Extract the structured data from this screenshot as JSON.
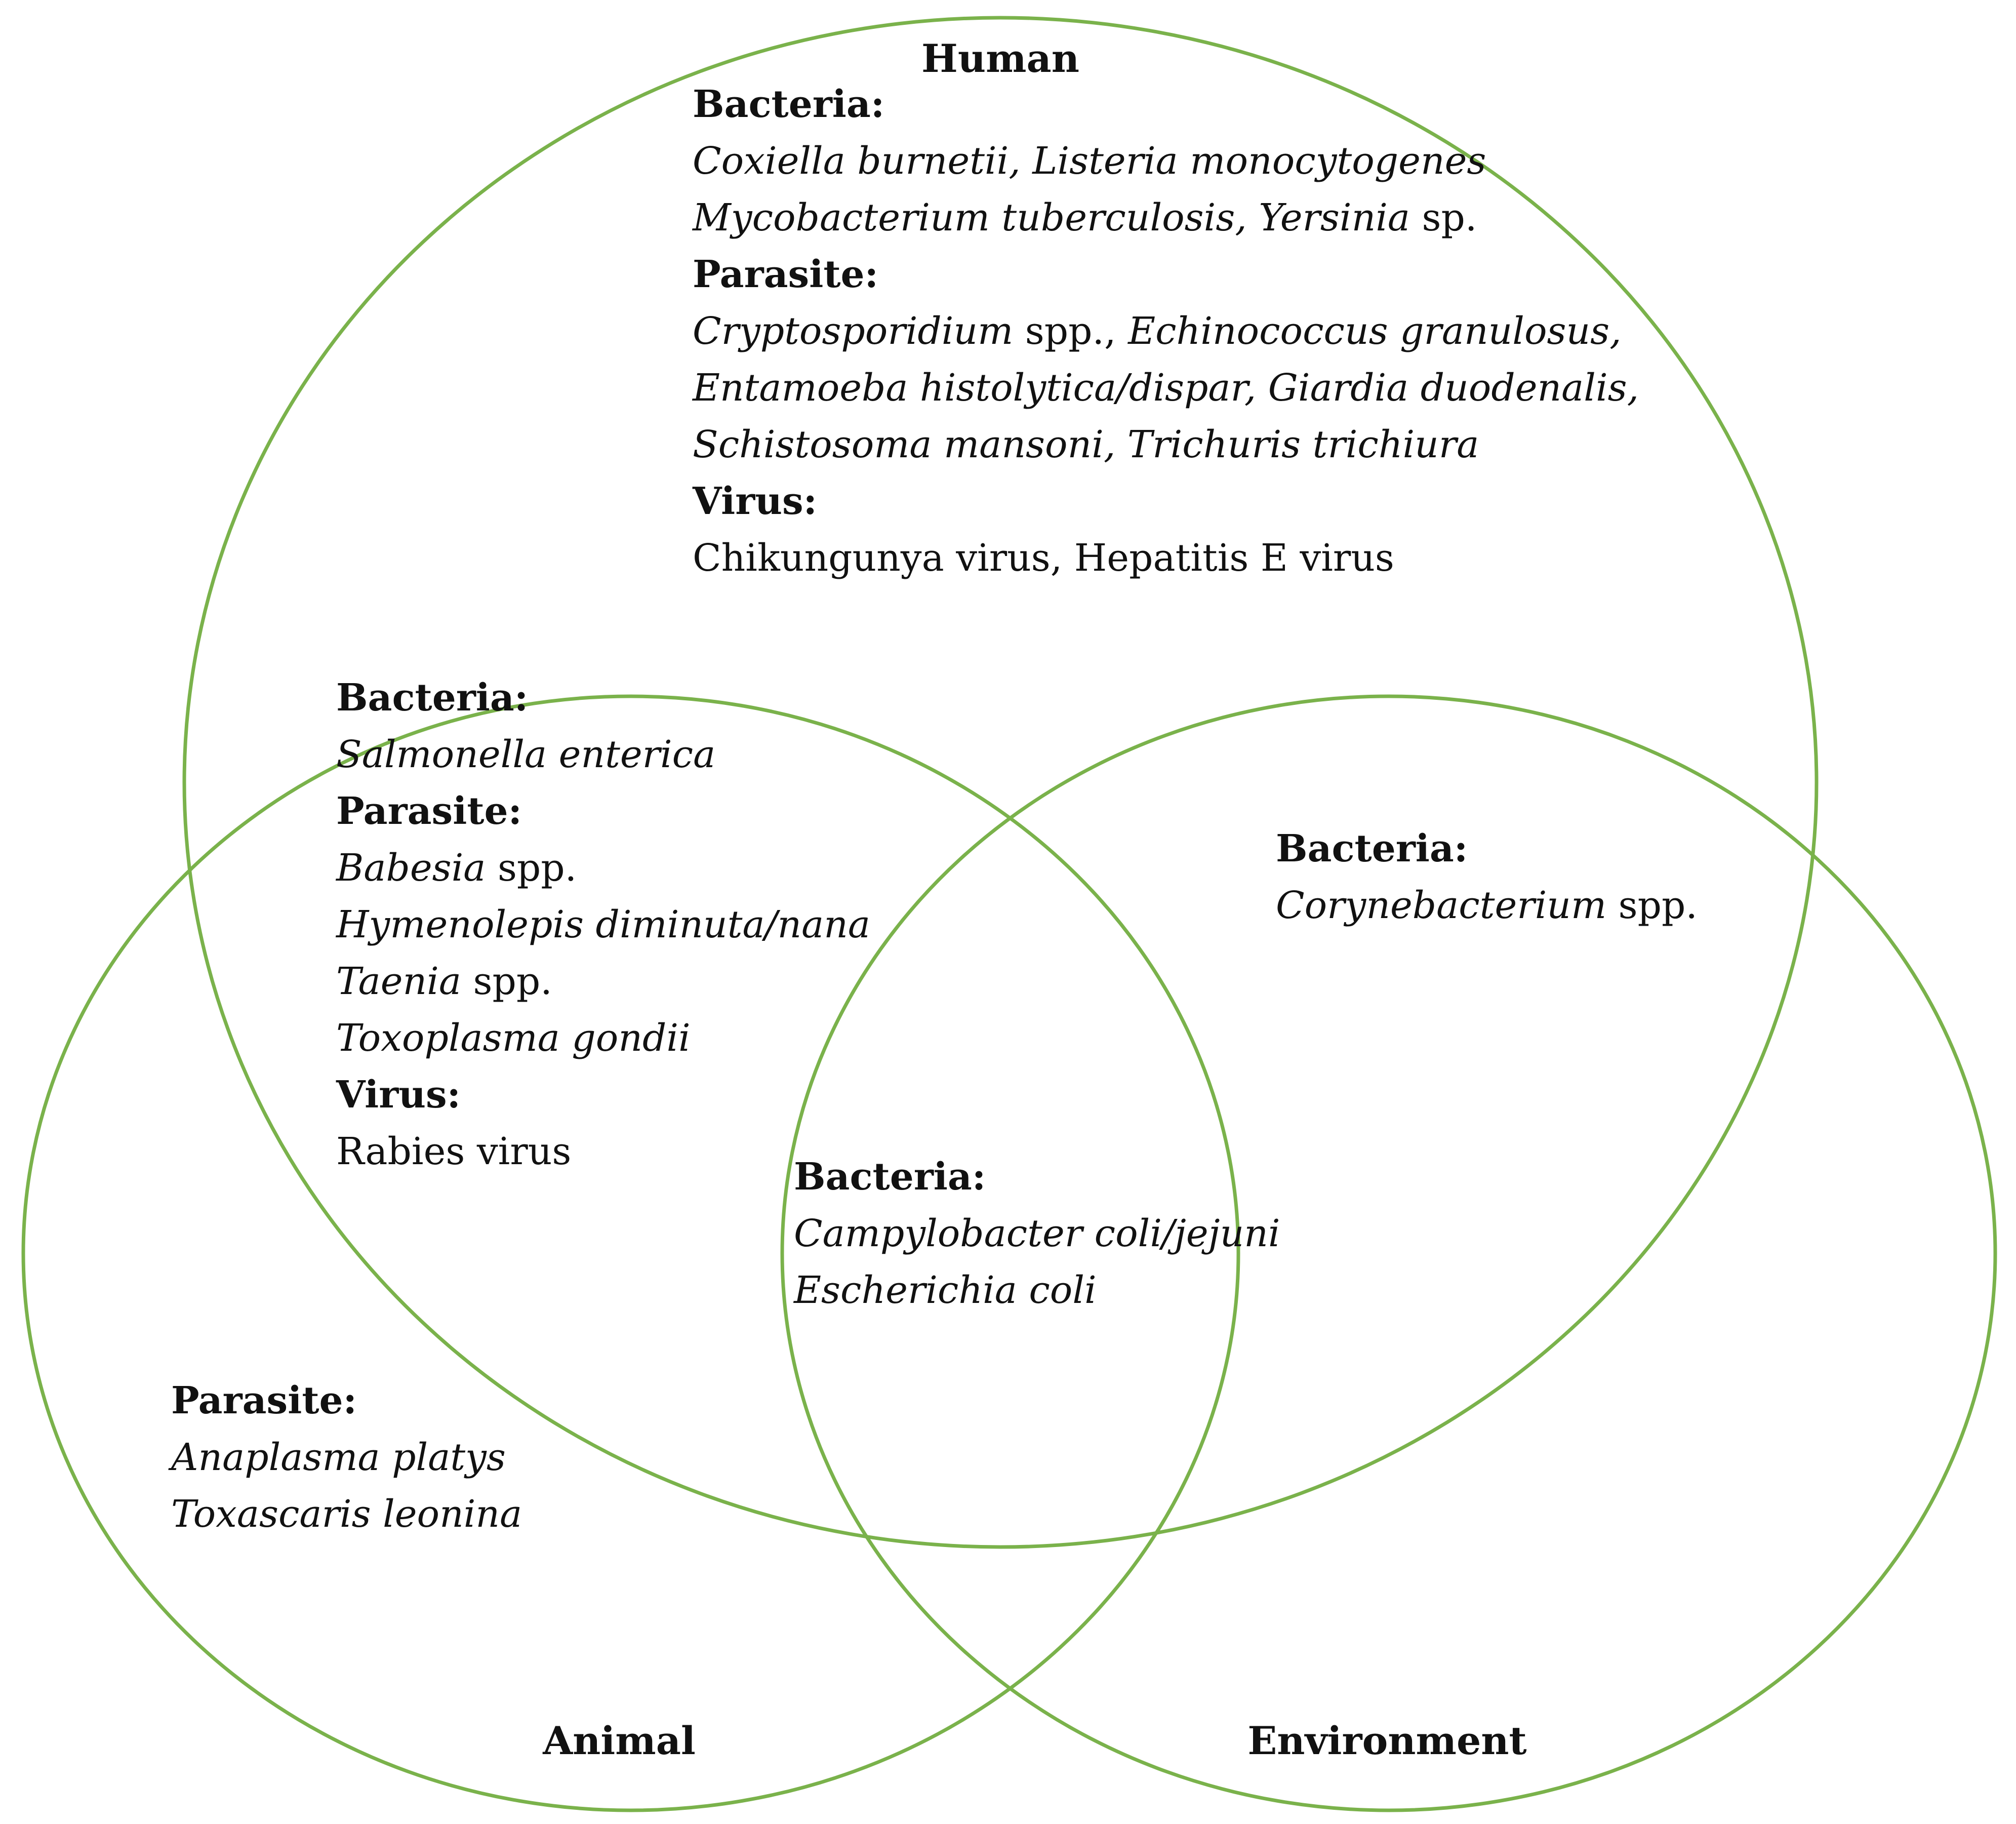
{
  "colors": {
    "circle_stroke": "#7ab24b",
    "text": "#111111",
    "background": "#ffffff"
  },
  "labels": {
    "human": "Human",
    "animal": "Animal",
    "environment": "Environment"
  },
  "regions": {
    "human_only": {
      "bacteria_heading": "Bacteria:",
      "bacteria_line1": "Coxiella burnetii, Listeria monocytogenes",
      "bacteria_line2_species": "Mycobacterium tuberculosis, Yersinia",
      "bacteria_line2_suffix": " sp.",
      "parasite_heading": "Parasite:",
      "parasite_line1_species": "Cryptosporidium",
      "parasite_line1_mid": " spp., ",
      "parasite_line1_species2": "Echinococcus granulosus,",
      "parasite_line2": "Entamoeba histolytica/dispar, Giardia duodenalis,",
      "parasite_line3": "Schistosoma mansoni, Trichuris trichiura",
      "virus_heading": "Virus:",
      "virus_line1": "Chikungunya virus, Hepatitis E virus"
    },
    "human_animal": {
      "bacteria_heading": "Bacteria:",
      "bacteria_line1": "Salmonella enterica",
      "parasite_heading": "Parasite:",
      "parasite_line1_species": "Babesia",
      "parasite_line1_suffix": " spp.",
      "parasite_line2": "Hymenolepis diminuta/nana",
      "parasite_line3_species": "Taenia",
      "parasite_line3_suffix": " spp.",
      "parasite_line4": "Toxoplasma gondii",
      "virus_heading": "Virus:",
      "virus_line1": "Rabies virus"
    },
    "human_environment": {
      "bacteria_heading": "Bacteria:",
      "bacteria_line1_species": "Corynebacterium",
      "bacteria_line1_suffix": " spp."
    },
    "all_three": {
      "bacteria_heading": "Bacteria:",
      "bacteria_line1": "Campylobacter coli/jejuni",
      "bacteria_line2": "Escherichia coli"
    },
    "animal_only": {
      "parasite_heading": "Parasite:",
      "parasite_line1": "Anaplasma platys",
      "parasite_line2": "Toxascaris leonina"
    }
  }
}
